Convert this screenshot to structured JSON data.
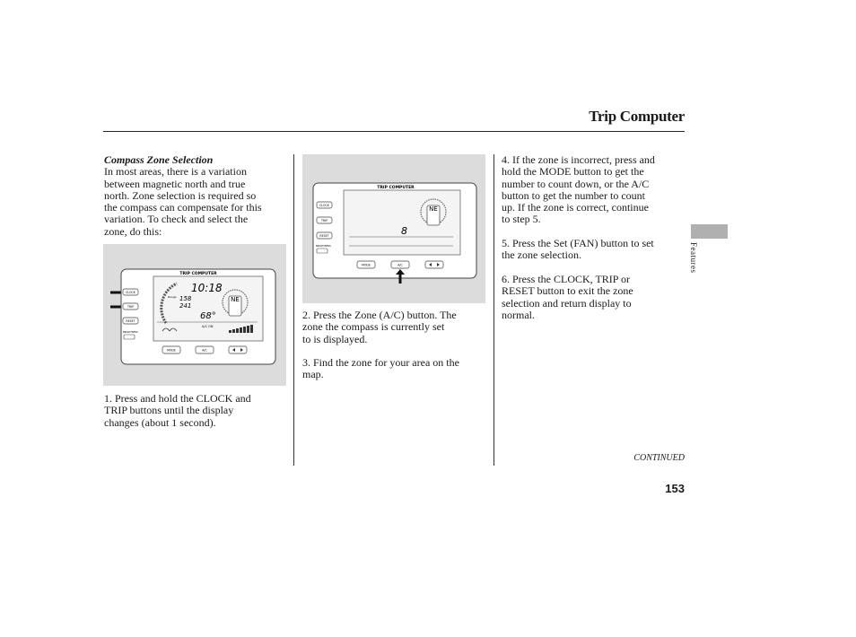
{
  "header": {
    "title": "Trip Computer"
  },
  "left": {
    "subheading": "Compass Zone Selection",
    "intro_lines": [
      "In most areas, there is a variation",
      "between magnetic north and true",
      "north. Zone selection is required so",
      "the compass can compensate for this",
      "variation. To check and select the",
      "zone, do this:"
    ],
    "step1_lines": [
      "1. Press and hold the CLOCK and",
      "TRIP buttons until the display",
      "changes (about 1 second)."
    ]
  },
  "middle": {
    "step2_lines": [
      "2. Press the Zone (A/C) button. The",
      "zone the compass is currently set",
      "to is displayed."
    ],
    "step3_lines": [
      "3. Find the zone for your area on the",
      "map."
    ]
  },
  "right": {
    "step4_lines": [
      "4. If the zone is incorrect, press and",
      "hold the MODE button to get the",
      "number to count down, or the A/C",
      "button to get the number to count",
      "up. If the zone is correct, continue",
      "to step 5."
    ],
    "step5_lines": [
      "5. Press the Set (FAN) button to set",
      "the zone selection."
    ],
    "step6_lines": [
      "6. Press the CLOCK, TRIP or",
      "RESET button to exit the zone",
      "selection and return display to",
      "normal."
    ]
  },
  "figure1": {
    "panel_title": "TRIP COMPUTER",
    "buttons": [
      "CLOCK",
      "TRIP",
      "RESET",
      "MODE",
      "A/C"
    ],
    "clock": "10:18",
    "range_label": "Range",
    "range_value": "158",
    "trip_value": "241",
    "temp": "68°",
    "compass": "NE",
    "ac_on": "A/C ON",
    "bright_label": "BRIGHTNESS"
  },
  "figure2": {
    "panel_title": "TRIP COMPUTER",
    "buttons": [
      "CLOCK",
      "TRIP",
      "RESET",
      "MODE",
      "A/C"
    ],
    "zone_digit": "8",
    "compass": "NE",
    "bright_label": "BRIGHTNESS"
  },
  "side_tab": {
    "label": "Features"
  },
  "footer": {
    "continued": "CONTINUED",
    "page_number": "153"
  }
}
